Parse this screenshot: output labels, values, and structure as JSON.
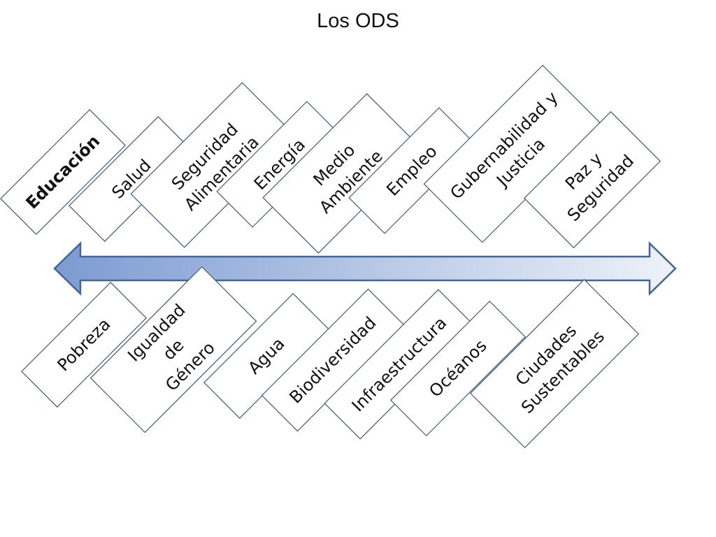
{
  "title": "Los ODS",
  "colors": {
    "box_border": "#3f5a7a",
    "arrow_border": "#41669a",
    "arrow_gradient_start": "#7d9bd2",
    "arrow_gradient_end": "#eef2f9"
  },
  "top_goals": [
    {
      "lines": [
        "Educación"
      ],
      "bold": true
    },
    {
      "lines": [
        "Salud"
      ],
      "bold": false
    },
    {
      "lines": [
        "Seguridad",
        "Alimentaria"
      ],
      "bold": false
    },
    {
      "lines": [
        "Energía"
      ],
      "bold": false
    },
    {
      "lines": [
        "Medio",
        "Ambiente"
      ],
      "bold": false
    },
    {
      "lines": [
        "Empleo"
      ],
      "bold": false
    },
    {
      "lines": [
        "Gubernabilidad y",
        "Justicia"
      ],
      "bold": false
    },
    {
      "lines": [
        "Paz y",
        "Seguridad"
      ],
      "bold": false
    }
  ],
  "bottom_goals": [
    {
      "lines": [
        "Pobreza"
      ],
      "bold": false
    },
    {
      "lines": [
        "Igualdad",
        "de",
        "Género"
      ],
      "bold": false
    },
    {
      "lines": [
        "Agua"
      ],
      "bold": false
    },
    {
      "lines": [
        "Biodiversidad"
      ],
      "bold": false
    },
    {
      "lines": [
        "Infraestructura"
      ],
      "bold": false
    },
    {
      "lines": [
        "Océanos"
      ],
      "bold": false
    },
    {
      "lines": [
        "Ciudades",
        "Sustentables"
      ],
      "bold": false
    }
  ]
}
